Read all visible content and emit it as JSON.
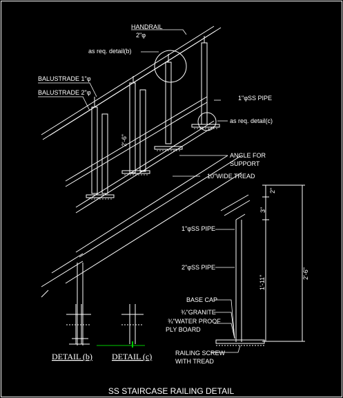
{
  "labels": {
    "handrail": "HANDRAIL",
    "handrail_size": "2\"φ",
    "as_req_b": "as req. detail(b)",
    "balustrade_1": "BALUSTRADE 1\"φ",
    "balustrade_2": "BALUSTRADE 2\"φ",
    "ss_pipe_1_top": "1\"φSS PIPE",
    "as_req_c": "as req. detail(c)",
    "angle_support_1": "ANGLE FOR",
    "angle_support_2": "SUPPORT",
    "tread": "10\"WIDE TREAD",
    "height_left": "2'-6\"",
    "ss_pipe_1_side": "1\"φSS PIPE",
    "ss_pipe_2_side": "2\"φSS PIPE",
    "base_cap": "BASE CAP",
    "granite": "¾\"GRANITE",
    "water_proof_1": "¾\"WATER PROOF",
    "water_proof_2": "PLY BOARD",
    "railing_screw_1": "RAILING SCREW",
    "railing_screw_2": "WITH TREAD"
  },
  "dimensions": {
    "top": "2\"",
    "second": "3\"",
    "middle": "1'-11\"",
    "total": "2'-6\""
  },
  "details": {
    "b": "DETAIL (b)",
    "c": "DETAIL (c)"
  },
  "title": "SS STAIRCASE RAILING DETAIL",
  "colors": {
    "background": "#000000",
    "lines": "#ffffff",
    "accent": "#00cc00"
  }
}
